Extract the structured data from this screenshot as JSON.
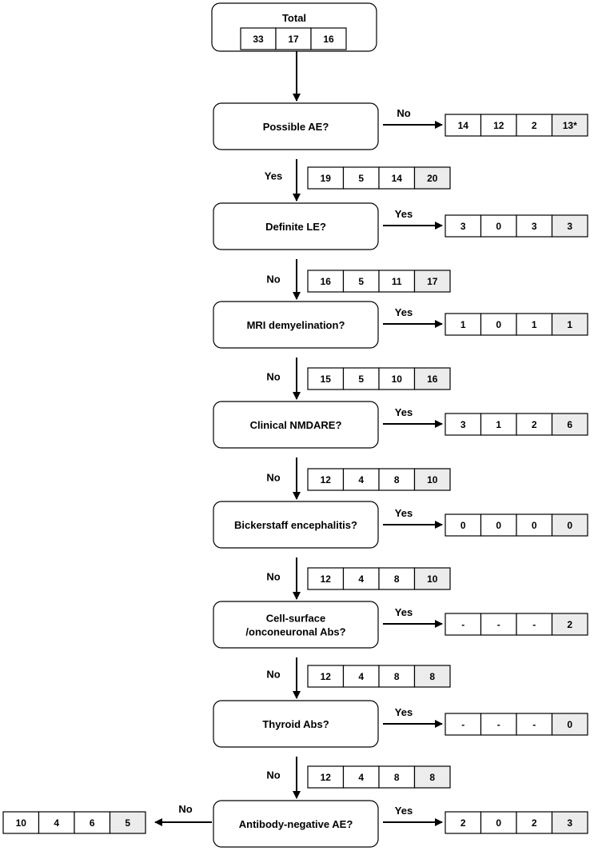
{
  "title": "Total",
  "total": [
    "33",
    "17",
    "16"
  ],
  "steps": [
    {
      "question": "Possible AE?",
      "exit_label": "No",
      "exit_counts": [
        "14",
        "12",
        "2",
        "13*"
      ],
      "branch_label": "Yes",
      "branch_counts": [
        "19",
        "5",
        "14",
        "20"
      ]
    },
    {
      "question": "Definite LE?",
      "exit_label": "Yes",
      "exit_counts": [
        "3",
        "0",
        "3",
        "3"
      ],
      "branch_label": "No",
      "branch_counts": [
        "16",
        "5",
        "11",
        "17"
      ]
    },
    {
      "question": "MRI demyelination?",
      "exit_label": "Yes",
      "exit_counts": [
        "1",
        "0",
        "1",
        "1"
      ],
      "branch_label": "No",
      "branch_counts": [
        "15",
        "5",
        "10",
        "16"
      ]
    },
    {
      "question": "Clinical NMDARE?",
      "exit_label": "Yes",
      "exit_counts": [
        "3",
        "1",
        "2",
        "6"
      ],
      "branch_label": "No",
      "branch_counts": [
        "12",
        "4",
        "8",
        "10"
      ]
    },
    {
      "question": "Bickerstaff encephalitis?",
      "exit_label": "Yes",
      "exit_counts": [
        "0",
        "0",
        "0",
        "0"
      ],
      "branch_label": "No",
      "branch_counts": [
        "12",
        "4",
        "8",
        "10"
      ]
    },
    {
      "question": [
        "Cell-surface",
        "/onconeuronal Abs?"
      ],
      "exit_label": "Yes",
      "exit_counts": [
        "-",
        "-",
        "-",
        "2"
      ],
      "branch_label": "No",
      "branch_counts": [
        "12",
        "4",
        "8",
        "8"
      ]
    },
    {
      "question": "Thyroid Abs?",
      "exit_label": "Yes",
      "exit_counts": [
        "-",
        "-",
        "-",
        "0"
      ],
      "branch_label": "No",
      "branch_counts": [
        "12",
        "4",
        "8",
        "8"
      ]
    },
    {
      "question": "Antibody-negative AE?",
      "exit_label": "Yes",
      "exit_counts": [
        "2",
        "0",
        "2",
        "3"
      ],
      "left_label": "No",
      "left_counts": [
        "10",
        "4",
        "6",
        "5"
      ]
    }
  ],
  "colors": {
    "stroke": "#000000",
    "highlight_cell": "#ececec"
  }
}
